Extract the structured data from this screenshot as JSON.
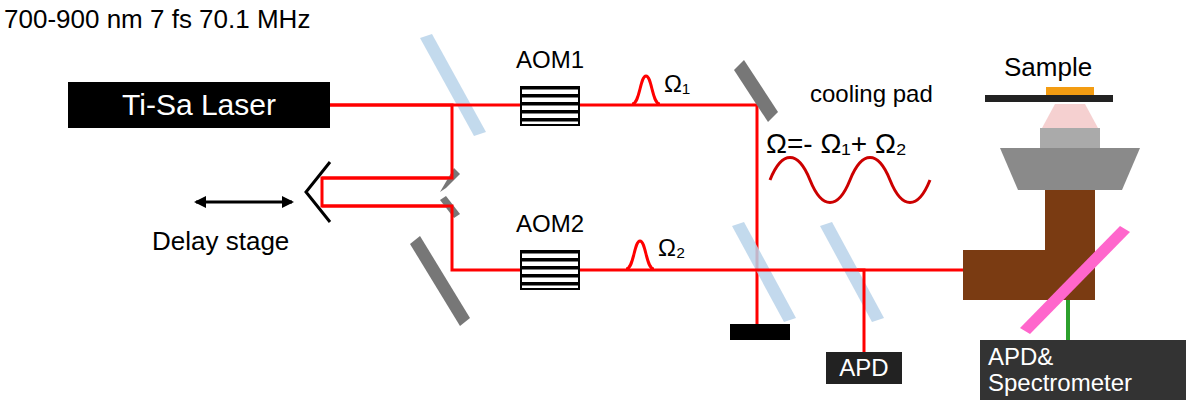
{
  "diagram": {
    "nodes": [
      {
        "text": [
          "Ti-Sa Laser"
        ]
      },
      {
        "text": [
          "AOM1"
        ]
      },
      {
        "text": [
          "AOM2"
        ]
      },
      {
        "text": [
          "APD"
        ]
      },
      {
        "text": [
          "APD& Spectrometer"
        ]
      }
    ],
    "edges": [
      {
        "from": 0,
        "to": 1,
        "arrow": "none"
      },
      {
        "from": 0,
        "to": 2,
        "arrow": "none"
      },
      {
        "from": 2,
        "to": 3,
        "arrow": "none"
      }
    ],
    "labels": [
      "700-900 nm 7 fs 70.1 MHz",
      "Ω₁",
      "Ω₂",
      "Ω=- Ω₁+ Ω₂",
      "Delay stage",
      "cooling pad",
      "Sample"
    ]
  }
}
